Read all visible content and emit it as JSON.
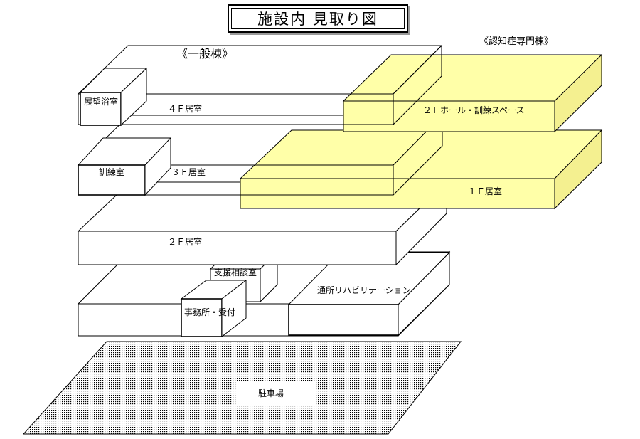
{
  "title": "施設内 見取り図",
  "buildings": {
    "general": "《一般棟》",
    "dementia": "《認知症専門棟》"
  },
  "rooms": {
    "bath": "展望浴室",
    "floor4": "４Ｆ居室",
    "training": "訓練室",
    "floor3": "３Ｆ居室",
    "floor2": "２Ｆ居室",
    "consultation": "支援相談室",
    "office": "事務所・受付",
    "daycare": "通所リハビリテーション",
    "hall2f": "２Ｆホール・訓練スペース",
    "room1f": "１Ｆ居室",
    "parking": "駐車場"
  },
  "colors": {
    "dementia_fill": "#ffffa8",
    "dementia_side": "#f4f090",
    "line": "#000000",
    "parking_dot": "#000000"
  }
}
